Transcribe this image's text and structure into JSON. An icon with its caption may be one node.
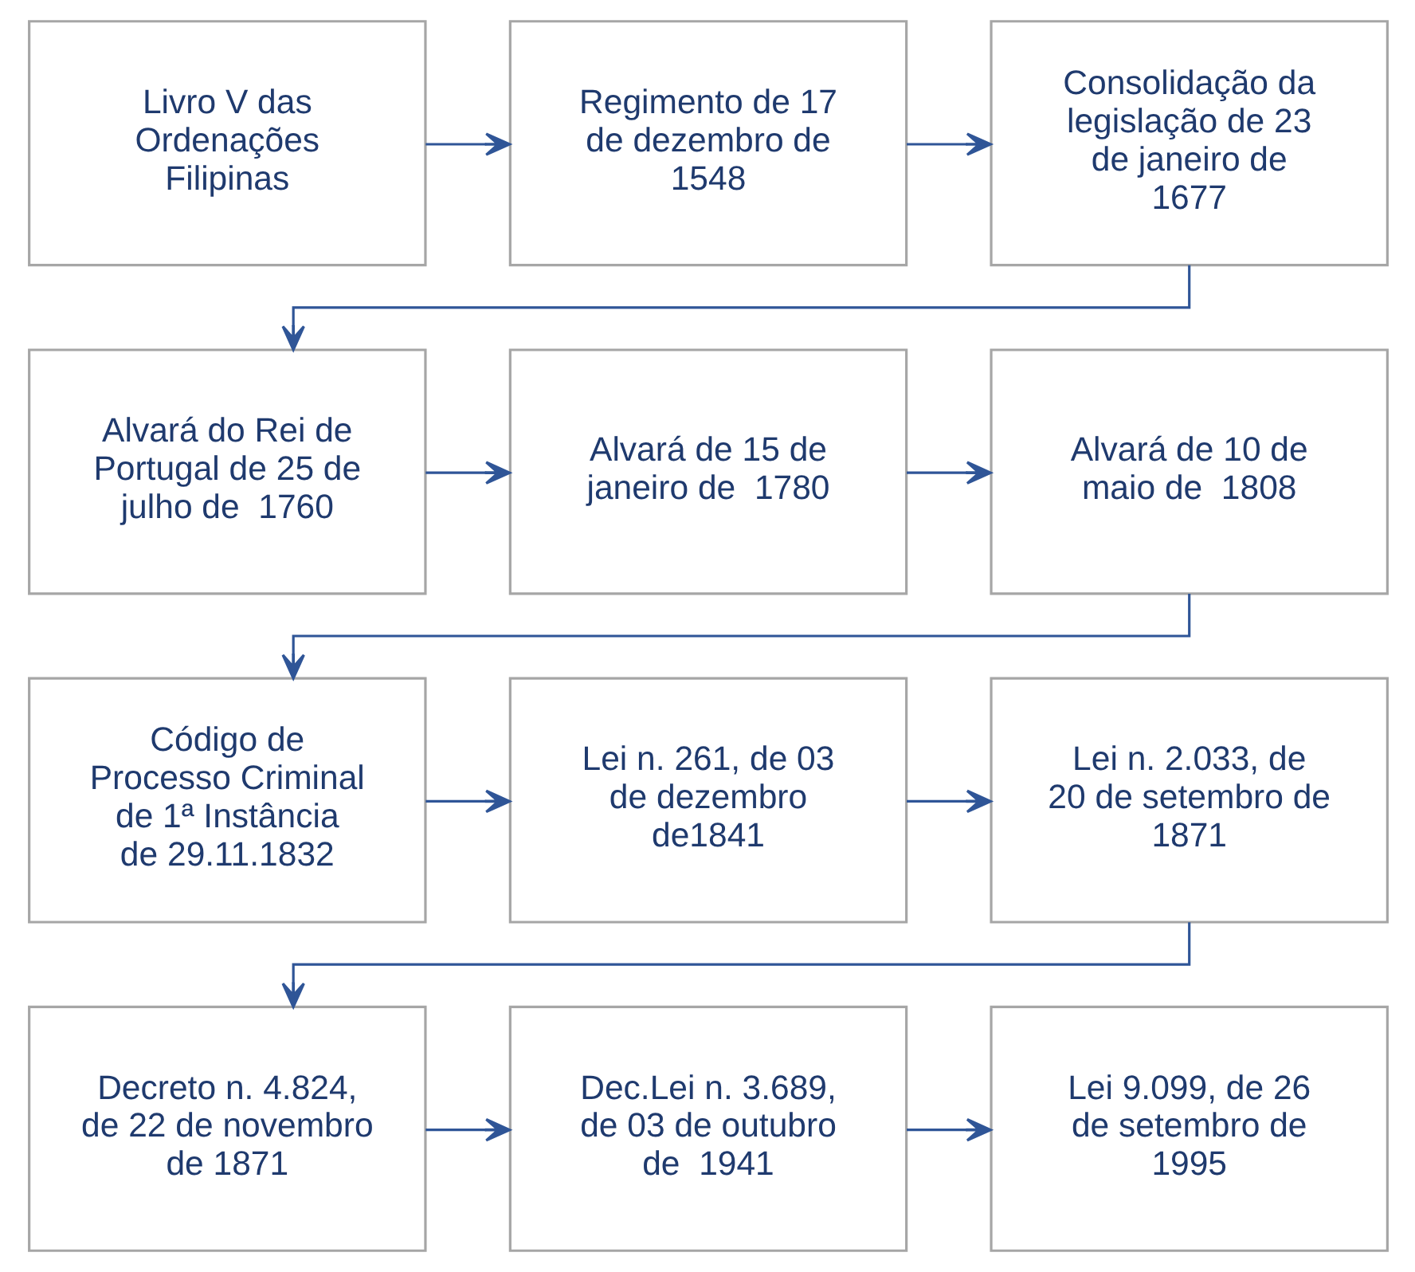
{
  "diagram": {
    "nodes": [
      {
        "text": [
          "Livro V das Ordenações Filipinas"
        ]
      },
      {
        "text": [
          "Regimento de 17 de dezembro de 1548"
        ]
      },
      {
        "text": [
          "Consolidação da legislação de 23 de janeiro de 1677"
        ]
      },
      {
        "text": [
          "Alvará do Rei de Portugal de 25 de julho de  1760"
        ]
      },
      {
        "text": [
          "Alvará de 15 de janeiro de  1780"
        ]
      },
      {
        "text": [
          "Alvará de 10 de maio de  1808"
        ]
      },
      {
        "text": [
          "Código de Processo Criminal de 1ª Instância de 29.11.1832"
        ]
      },
      {
        "text": [
          "Lei n. 261, de 03 de dezembro de1841"
        ]
      },
      {
        "text": [
          "Lei n. 2.033, de 20 de setembro de 1871"
        ]
      },
      {
        "text": [
          "Decreto n. 4.824, de 22 de novembro de 1871"
        ]
      },
      {
        "text": [
          "Dec.Lei n. 3.689, de 03 de outubro de  1941"
        ]
      },
      {
        "text": [
          "Lei 9.099, de 26 de setembro de 1995"
        ]
      }
    ],
    "edges": [
      {
        "from": 0,
        "to": 1,
        "arrow": "to"
      },
      {
        "from": 1,
        "to": 2,
        "arrow": "to"
      },
      {
        "from": 2,
        "to": 3,
        "arrow": "to"
      },
      {
        "from": 3,
        "to": 4,
        "arrow": "to"
      },
      {
        "from": 4,
        "to": 5,
        "arrow": "to"
      },
      {
        "from": 5,
        "to": 6,
        "arrow": "to"
      },
      {
        "from": 6,
        "to": 7,
        "arrow": "to"
      },
      {
        "from": 7,
        "to": 8,
        "arrow": "to"
      },
      {
        "from": 8,
        "to": 9,
        "arrow": "to"
      },
      {
        "from": 9,
        "to": 10,
        "arrow": "to"
      },
      {
        "from": 10,
        "to": 11,
        "arrow": "to"
      }
    ]
  }
}
